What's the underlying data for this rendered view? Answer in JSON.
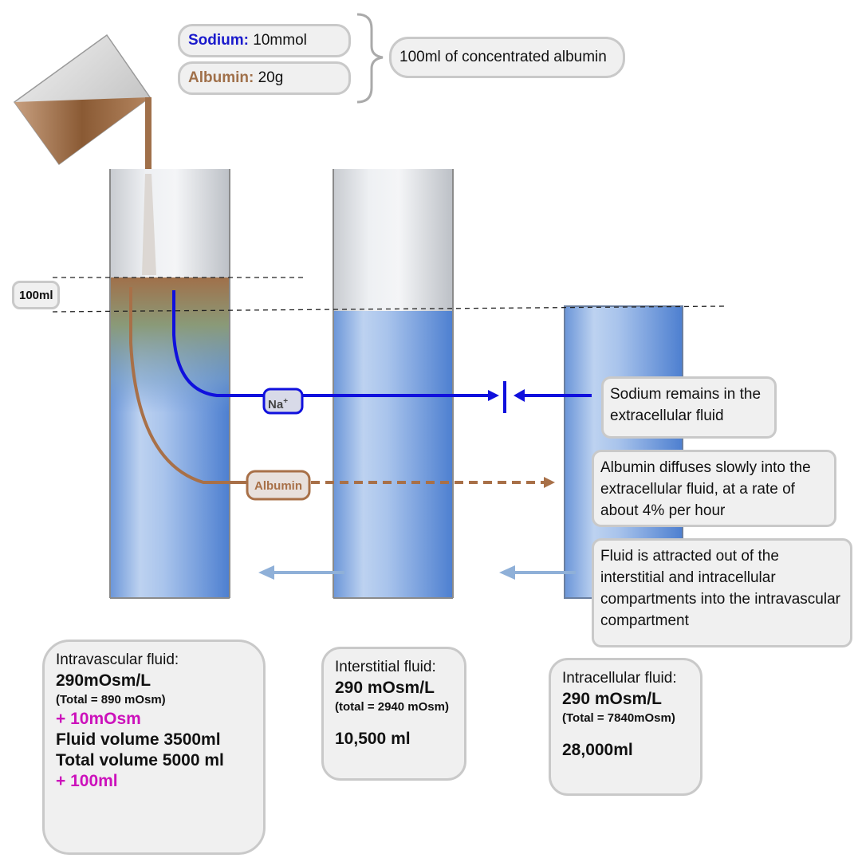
{
  "solution": {
    "sodium_label": "Sodium:",
    "sodium_value": "10mmol",
    "albumin_label": "Albumin:",
    "albumin_value": "20g",
    "description": "100ml of concentrated albumin",
    "sodium_color": "#1a1acc",
    "albumin_color": "#a0704a"
  },
  "marker": {
    "volume_label": "100ml"
  },
  "badges": {
    "sodium": "Na",
    "sodium_charge": "+",
    "albumin": "Albumin"
  },
  "notes": {
    "sodium": "Sodium remains in the extracellular fluid",
    "albumin": "Albumin diffuses slowly into the extracellular fluid, at a rate of about 4% per hour",
    "fluid": "Fluid is attracted out of the interstitial and intracellular compartments into the intravascular compartment"
  },
  "compartments": {
    "intravascular": {
      "title": "Intravascular fluid:",
      "osm": "290mOsm/L",
      "total": "(Total = 890 mOsm)",
      "added_osm": "+ 10mOsm",
      "fluid_volume": "Fluid volume 3500ml",
      "total_volume": "Total volume 5000 ml",
      "added_volume": "+ 100ml"
    },
    "interstitial": {
      "title": "Interstitial fluid:",
      "osm": "290 mOsm/L",
      "total": "(total = 2940 mOsm)",
      "volume": "10,500 ml"
    },
    "intracellular": {
      "title": "Intracellular fluid:",
      "osm": "290 mOsm/L",
      "total": "(Total = 7840mOsm)",
      "volume": "28,000ml"
    }
  },
  "colors": {
    "sodium_line": "#1010dd",
    "albumin_line": "#a87048",
    "fluid_blue": "#5b8fd6",
    "fluid_arrow": "#8fb0d8",
    "highlight_pink": "#cc11bb"
  }
}
